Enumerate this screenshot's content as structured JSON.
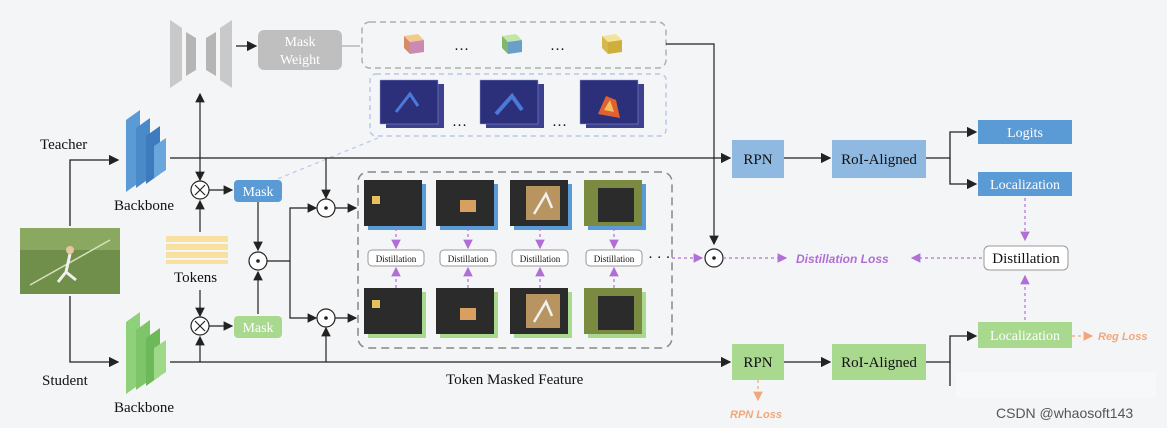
{
  "labels": {
    "teacher": "Teacher",
    "student": "Student",
    "backbone_teacher": "Backbone",
    "backbone_student": "Backbone",
    "tokens": "Tokens",
    "mask_weight_line1": "Mask",
    "mask_weight_line2": "Weight",
    "mask_teacher": "Mask",
    "mask_student": "Mask",
    "token_masked_feature": "Token Masked Feature",
    "ellipsis": "…",
    "ellipsis_dots": "· · ·",
    "distillation_small": "Distillation",
    "rpn_teacher": "RPN",
    "rpn_student": "RPN",
    "roi_teacher": "RoI-Aligned",
    "roi_student": "RoI-Aligned",
    "logits": "Logits",
    "localization_teacher": "Localization",
    "localization_student": "Localization",
    "distillation": "Distillation",
    "distillation_loss": "Distillation Loss",
    "reg_loss": "Reg Loss",
    "rpn_loss": "RPN Loss",
    "watermark": "CSDN @whaosoft143"
  },
  "colors": {
    "teacher_blue": "#5b9bd5",
    "student_green": "#8fd07a",
    "box_blue": "#8fb9e0",
    "box_green": "#a9d98f",
    "gray": "#bfbfbf",
    "purple_loss": "#b16fd6",
    "orange_loss": "#f2a77a"
  },
  "icons": [
    "multiply-circle-icon",
    "dot-product-circle-icon",
    "cube-icon"
  ]
}
